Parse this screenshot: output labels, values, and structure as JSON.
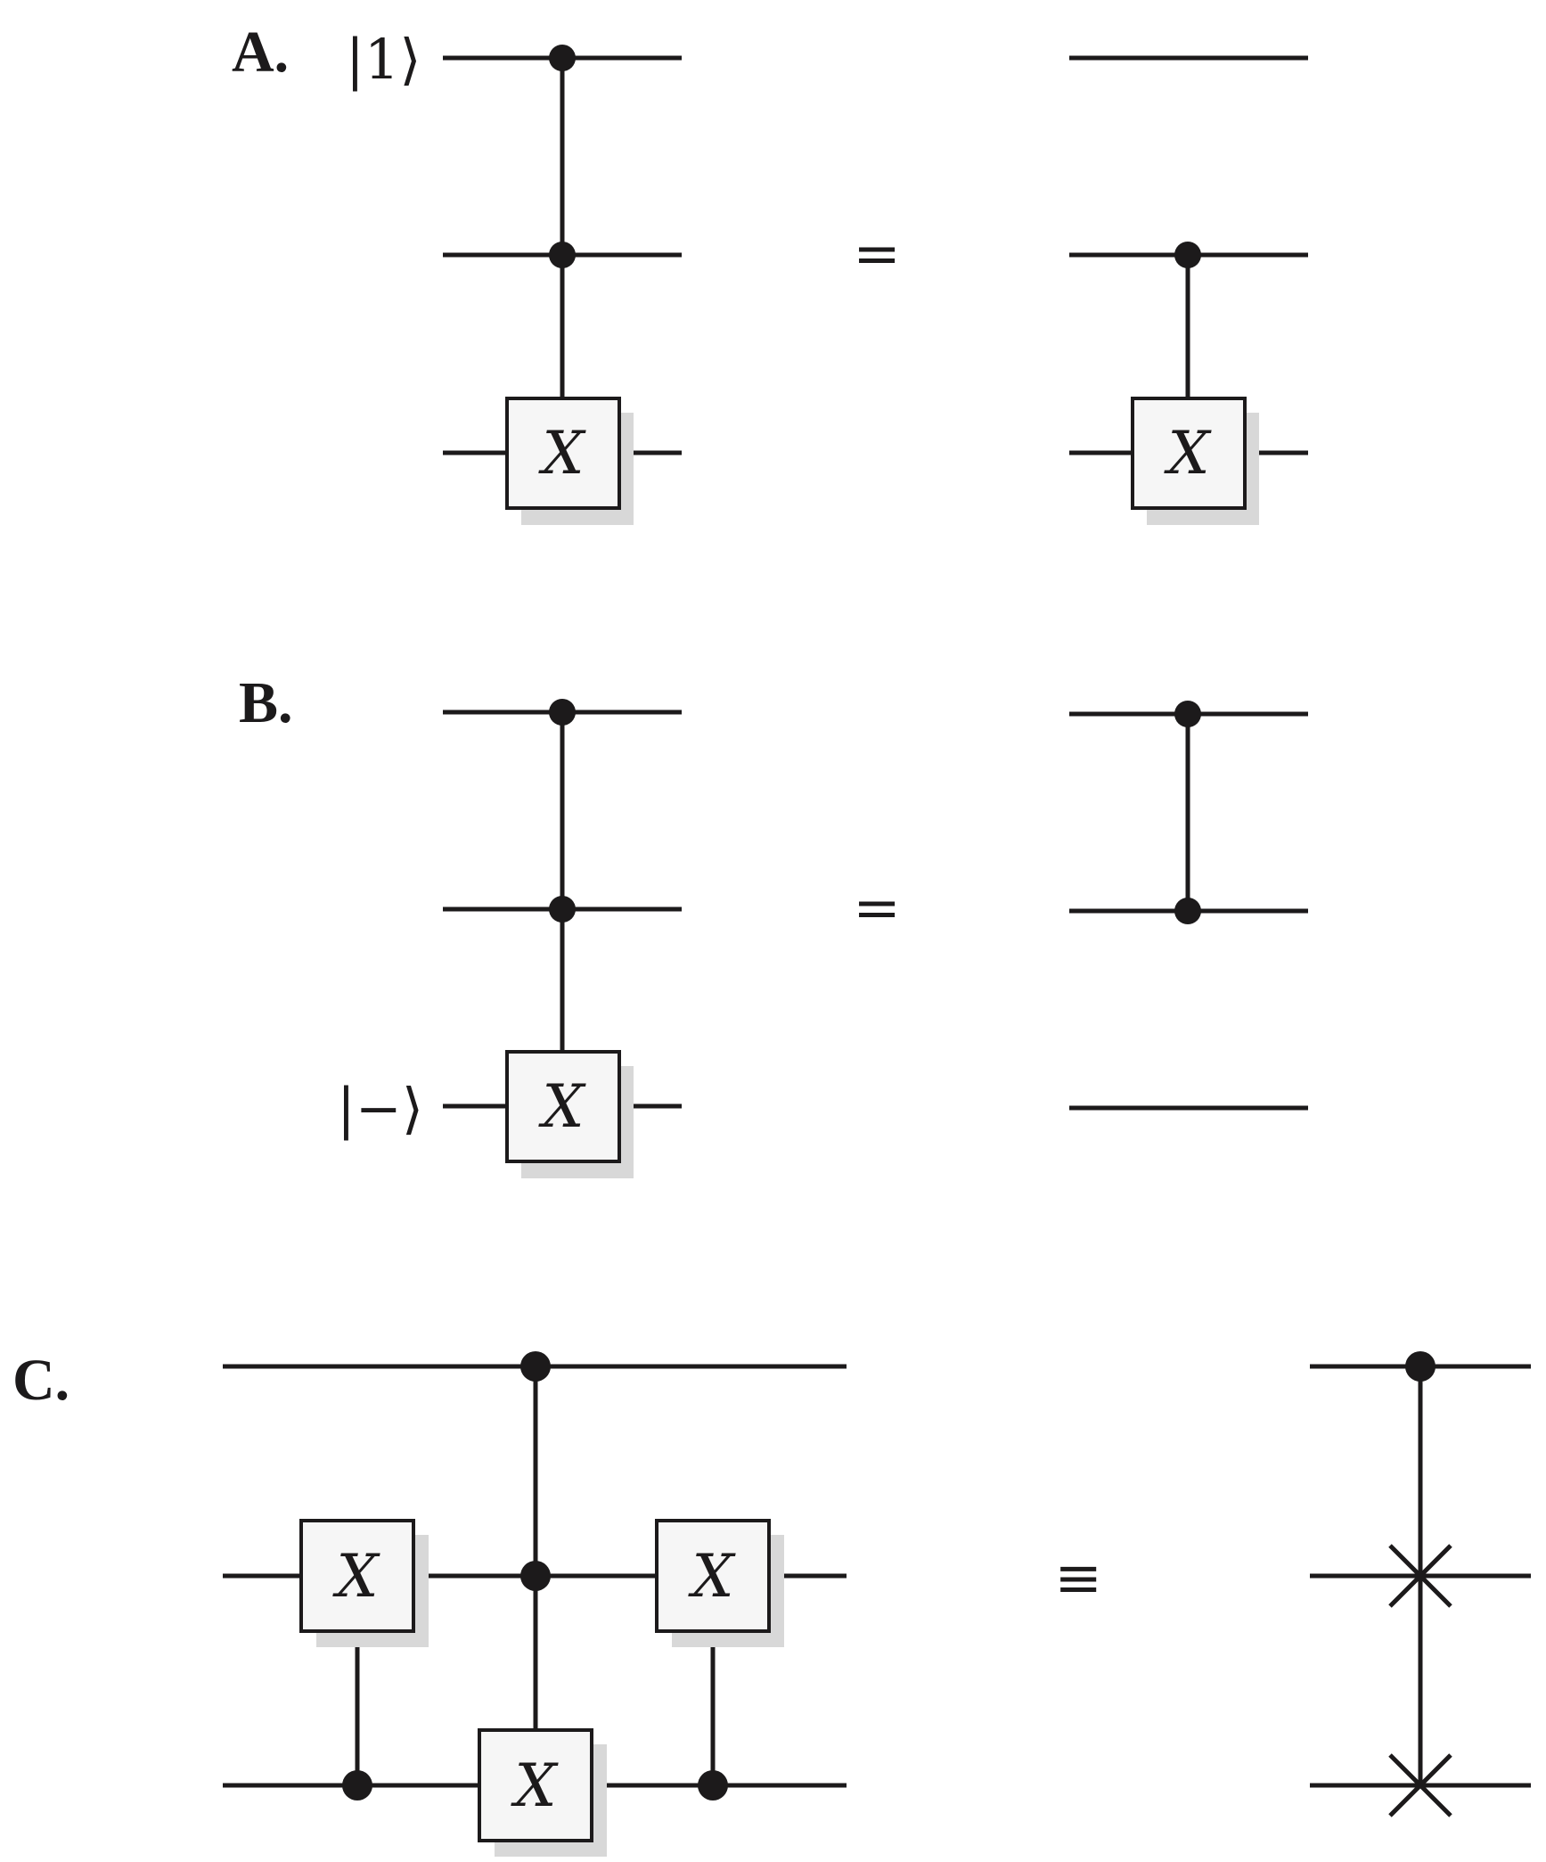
{
  "panels": [
    {
      "label": "A.",
      "input_ket": "|1⟩",
      "relation": "="
    },
    {
      "label": "B.",
      "input_ket": "|−⟩",
      "relation": "="
    },
    {
      "label": "C.",
      "input_ket": "",
      "relation": "≡"
    }
  ],
  "gate_symbol": "X",
  "colors": {
    "ink": "#1c1a1b",
    "gate_fill": "#f6f6f6",
    "gate_shadow": "#d8d8d8"
  }
}
